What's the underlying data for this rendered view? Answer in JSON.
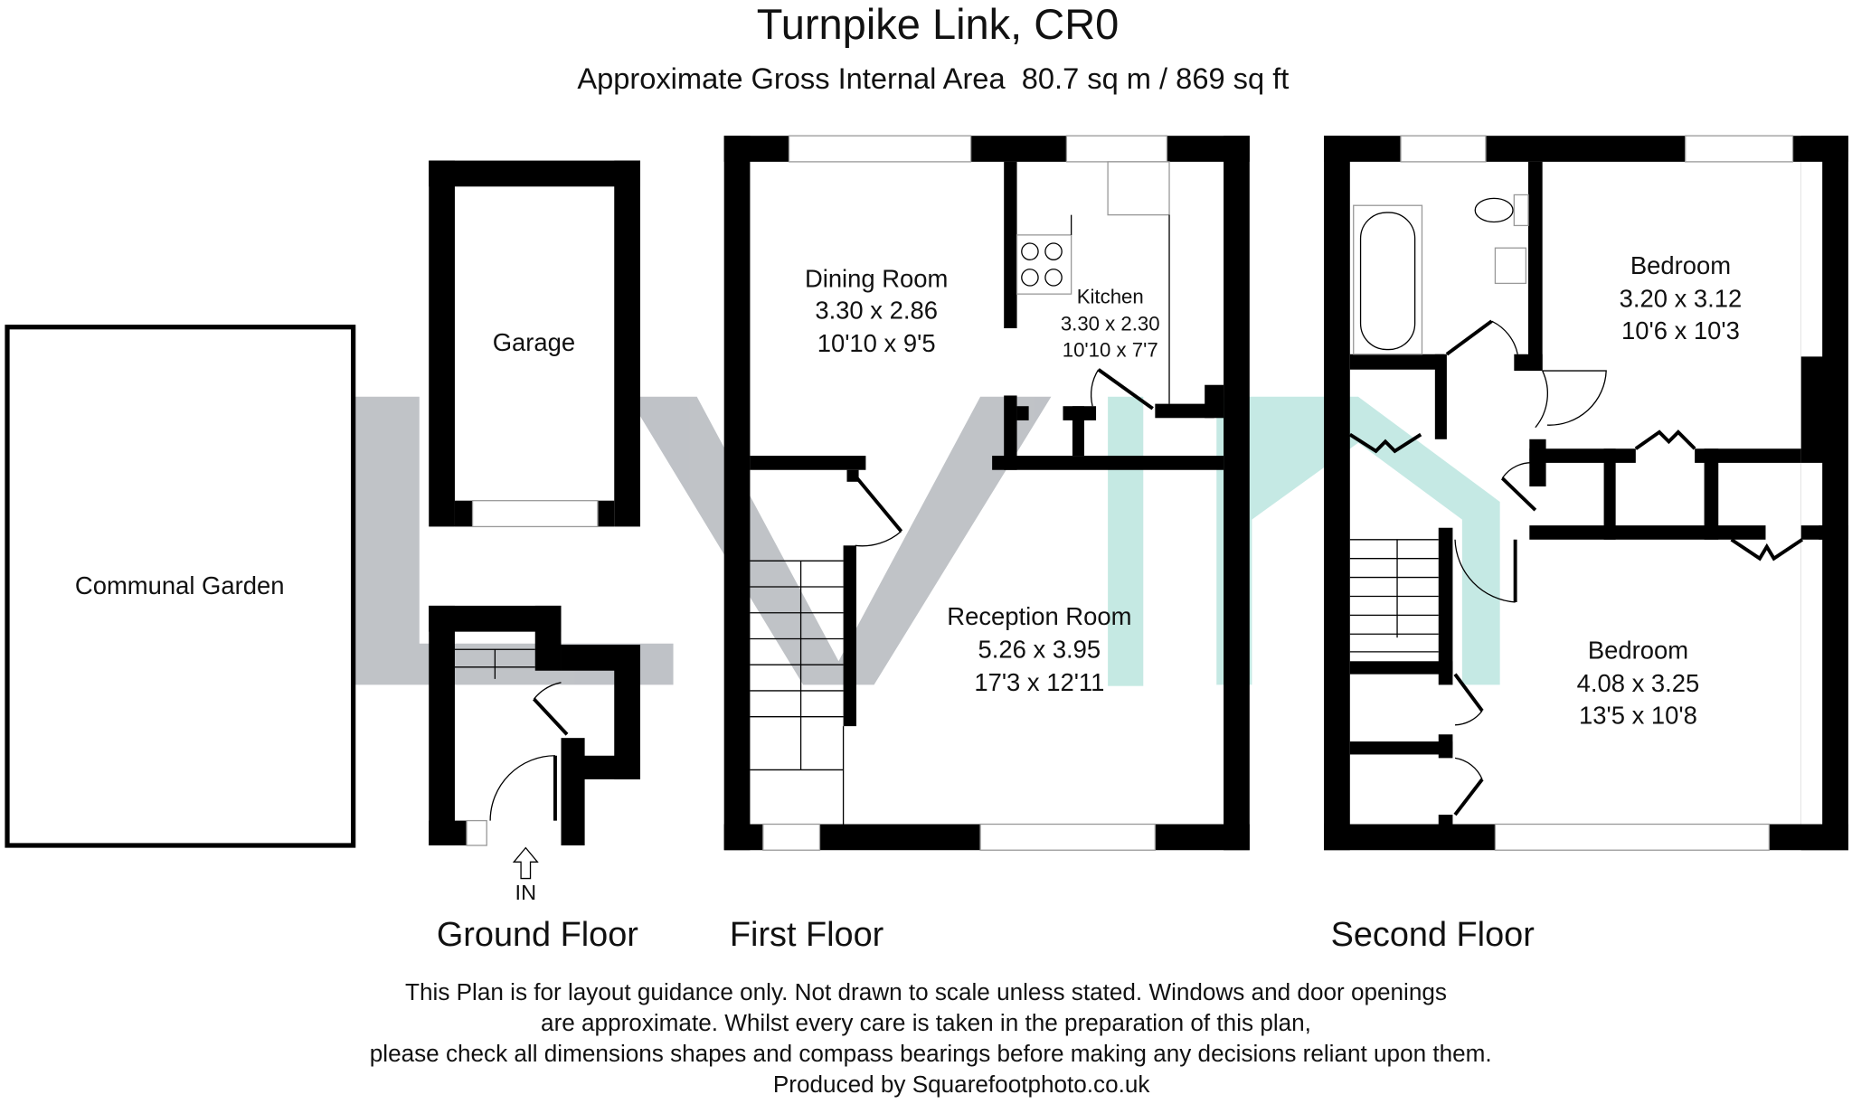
{
  "header": {
    "title": "Turnpike Link, CR0",
    "subtitle": "Approximate Gross Internal Area  80.7 sq m / 869 sq ft"
  },
  "ground_floor": {
    "label": "Ground Floor",
    "garden": "Communal Garden",
    "garage": "Garage",
    "entrance": "IN"
  },
  "first_floor": {
    "label": "First Floor",
    "dining": {
      "name": "Dining Room",
      "metric": "3.30 x 2.86",
      "imperial": "10'10 x 9'5"
    },
    "kitchen": {
      "name": "Kitchen",
      "metric": "3.30 x 2.30",
      "imperial": "10'10 x 7'7"
    },
    "reception": {
      "name": "Reception Room",
      "metric": "5.26 x 3.95",
      "imperial": "17'3 x 12'11"
    }
  },
  "second_floor": {
    "label": "Second Floor",
    "bedroom1": {
      "name": "Bedroom",
      "metric": "3.20 x 3.12",
      "imperial": "10'6 x 10'3"
    },
    "bedroom2": {
      "name": "Bedroom",
      "metric": "4.08 x 3.25",
      "imperial": "13'5 x 10'8"
    }
  },
  "disclaimer": [
    "This Plan is for layout guidance only. Not drawn to scale unless stated. Windows and door openings",
    "are approximate. Whilst every care is taken in the preparation of this plan,",
    "please check all dimensions shapes and compass bearings before making any decisions reliant upon them.",
    "Produced by Squarefootphoto.co.uk"
  ],
  "colors": {
    "watermark_gray": "#b9bcc1",
    "watermark_teal": "#bfe7e1"
  }
}
